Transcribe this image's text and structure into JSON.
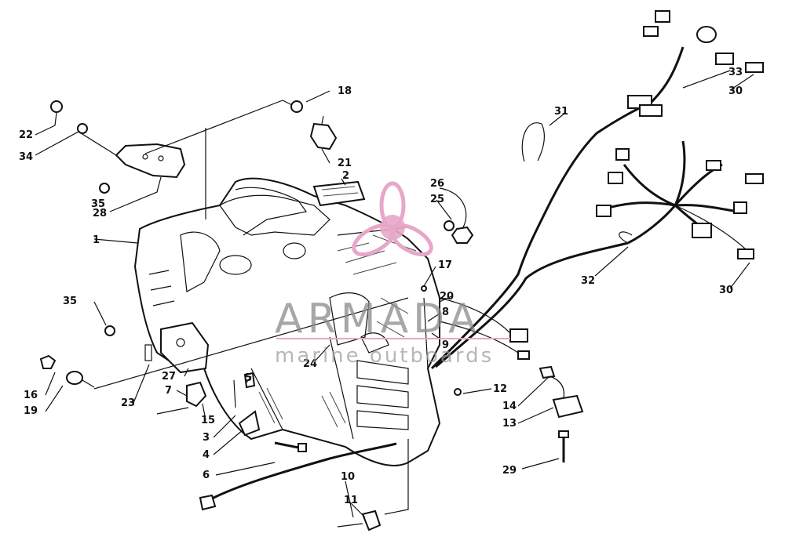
{
  "watermark": {
    "brand": "ARMADA",
    "tagline": "marine outboards",
    "logo_color": "#e7a7c8"
  },
  "callouts": [
    "1",
    "2",
    "3",
    "4",
    "5",
    "6",
    "7",
    "8",
    "9",
    "10",
    "11",
    "12",
    "13",
    "14",
    "15",
    "16",
    "17",
    "18",
    "19",
    "20",
    "21",
    "22",
    "23",
    "24",
    "25",
    "26",
    "27",
    "28",
    "29",
    "30",
    "30",
    "31",
    "32",
    "33",
    "34",
    "35",
    "35"
  ]
}
